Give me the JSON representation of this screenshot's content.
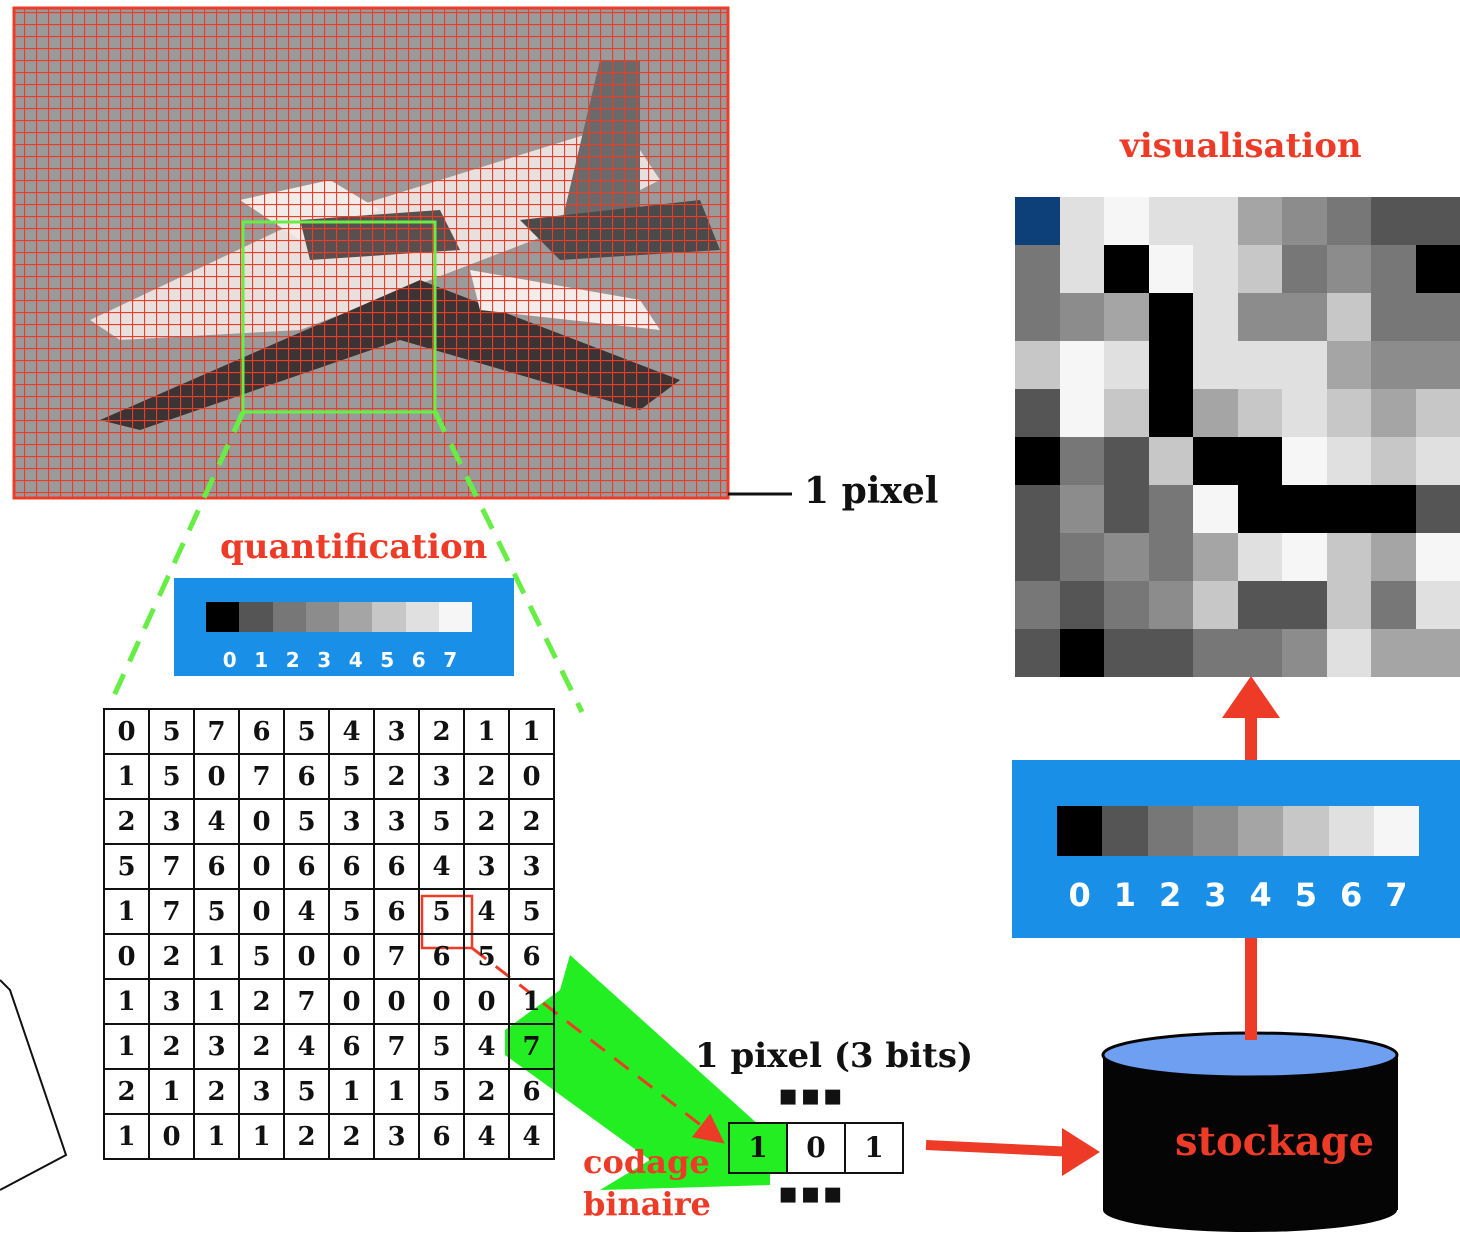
{
  "labels": {
    "visualisation": "visualisation",
    "pixel": "1 pixel",
    "quantification": "quantification",
    "pixel_bits": "1 pixel (3 bits)",
    "codage_line1": "codage",
    "codage_line2": "binaire",
    "stockage": "stockage",
    "dots_top": "▪▪▪",
    "dots_bottom": "▪▪▪"
  },
  "palette": {
    "levels": [
      "0",
      "1",
      "2",
      "3",
      "4",
      "5",
      "6",
      "7"
    ],
    "colors": [
      "#000000",
      "#555555",
      "#777777",
      "#8c8c8c",
      "#a5a5a5",
      "#c7c7c7",
      "#e0e0e0",
      "#f6f6f6"
    ]
  },
  "quantized_grid": [
    [
      "0",
      "5",
      "7",
      "6",
      "5",
      "4",
      "3",
      "2",
      "1",
      "1"
    ],
    [
      "1",
      "5",
      "0",
      "7",
      "6",
      "5",
      "2",
      "3",
      "2",
      "0"
    ],
    [
      "2",
      "3",
      "4",
      "0",
      "5",
      "3",
      "3",
      "5",
      "2",
      "2"
    ],
    [
      "5",
      "7",
      "6",
      "0",
      "6",
      "6",
      "6",
      "4",
      "3",
      "3"
    ],
    [
      "1",
      "7",
      "5",
      "0",
      "4",
      "5",
      "6",
      "5",
      "4",
      "5"
    ],
    [
      "0",
      "2",
      "1",
      "5",
      "0",
      "0",
      "7",
      "6",
      "5",
      "6"
    ],
    [
      "1",
      "3",
      "1",
      "2",
      "7",
      "0",
      "0",
      "0",
      "0",
      "1"
    ],
    [
      "1",
      "2",
      "3",
      "2",
      "4",
      "6",
      "7",
      "5",
      "4",
      "7"
    ],
    [
      "2",
      "1",
      "2",
      "3",
      "5",
      "1",
      "1",
      "5",
      "2",
      "6"
    ],
    [
      "1",
      "0",
      "1",
      "1",
      "2",
      "2",
      "3",
      "6",
      "4",
      "4"
    ]
  ],
  "binary_bits": [
    "1",
    "0",
    "1"
  ],
  "visualisation_grid": [
    [
      -1,
      6,
      7,
      6,
      6,
      4,
      3,
      2,
      1,
      1
    ],
    [
      2,
      6,
      0,
      7,
      6,
      5,
      2,
      3,
      2,
      0
    ],
    [
      2,
      3,
      4,
      0,
      6,
      3,
      3,
      5,
      2,
      2
    ],
    [
      5,
      7,
      6,
      0,
      6,
      6,
      6,
      4,
      3,
      3
    ],
    [
      1,
      7,
      5,
      0,
      4,
      5,
      6,
      5,
      4,
      5
    ],
    [
      0,
      2,
      1,
      5,
      0,
      0,
      7,
      6,
      5,
      6
    ],
    [
      1,
      3,
      1,
      2,
      7,
      0,
      0,
      0,
      0,
      1
    ],
    [
      1,
      2,
      3,
      2,
      4,
      6,
      7,
      5,
      4,
      7
    ],
    [
      2,
      1,
      2,
      3,
      5,
      1,
      1,
      5,
      2,
      6
    ],
    [
      1,
      0,
      1,
      1,
      2,
      2,
      3,
      6,
      4,
      4
    ]
  ],
  "colors": {
    "accent_red": "#ee3b28",
    "palette_blue": "#1a8fe8",
    "arrow_green": "#22ee22",
    "storage_top": "#6f9ff0",
    "highlight_navy": "#0d3f78"
  }
}
